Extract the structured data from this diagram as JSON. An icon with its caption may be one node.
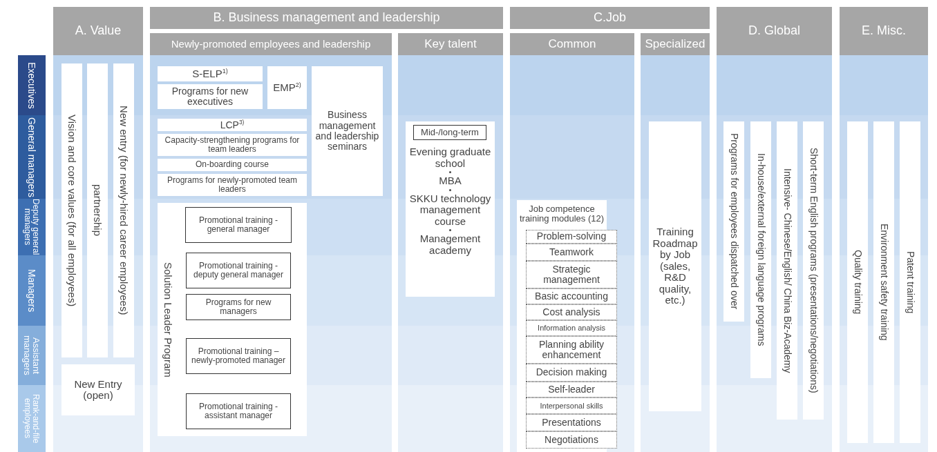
{
  "diagram": {
    "nodes": [
      {
        "text": [
          "Executives"
        ]
      },
      {
        "text": [
          "General managers"
        ]
      },
      {
        "text": [
          "Deputy general managers"
        ]
      },
      {
        "text": [
          "Managers"
        ]
      },
      {
        "text": [
          "Assistant managers"
        ]
      },
      {
        "text": [
          "Rank-and-file employees"
        ]
      },
      {
        "text": [
          "A. Value"
        ]
      },
      {
        "text": [
          "Vision and core values (for all employees)"
        ]
      },
      {
        "text": [
          "partnership"
        ]
      },
      {
        "text": [
          "New entry (for newly-hired career employees)"
        ]
      },
      {
        "text": [
          "New Entry (open)"
        ]
      },
      {
        "text": [
          "B. Business management and leadership"
        ]
      },
      {
        "text": [
          "Newly-promoted employees and leadership"
        ]
      },
      {
        "text": [
          "S-ELP$^{1)}$"
        ]
      },
      {
        "text": [
          "Programs for new executives"
        ]
      },
      {
        "text": [
          "EMP$^{2)}$"
        ]
      },
      {
        "text": [
          "LCP$^{3)}$"
        ]
      },
      {
        "text": [
          "Capacity-strengthening programs for team leaders"
        ]
      },
      {
        "text": [
          "On-boarding course"
        ]
      },
      {
        "text": [
          "Programs for newly-promoted team leaders"
        ]
      },
      {
        "text": [
          "Business management and leadership seminars"
        ]
      },
      {
        "text": [
          "Solution Leader Program"
        ]
      },
      {
        "text": [
          "Promotional training - general manager"
        ],
        "in": 21
      },
      {
        "text": [
          "Promotional training - deputy general manager"
        ],
        "in": 21
      },
      {
        "text": [
          "Programs for new managers"
        ],
        "in": 21
      },
      {
        "text": [
          "Promotional training – newly-promoted manager"
        ],
        "in": 21
      },
      {
        "text": [
          "Promotional training - assistant manager"
        ],
        "in": 21
      },
      {
        "text": [
          "Key talent"
        ]
      },
      {
        "text": [
          "Evening graduate school",
          "MBA",
          "SKKU technology management course",
          "Management academy"
        ]
      },
      {
        "text": [
          "Mid-/long-term"
        ],
        "in": 28
      },
      {
        "text": [
          "C.Job"
        ]
      },
      {
        "text": [
          "Common"
        ]
      },
      {
        "text": [
          "Specialized"
        ]
      },
      {
        "text": [
          "Job competence training modules (12)"
        ]
      },
      {
        "text": [
          "Problem-solving"
        ],
        "in": 33
      },
      {
        "text": [
          "Teamwork"
        ],
        "in": 33
      },
      {
        "text": [
          "Strategic management"
        ],
        "in": 33
      },
      {
        "text": [
          "Basic accounting"
        ],
        "in": 33
      },
      {
        "text": [
          "Cost analysis"
        ],
        "in": 33
      },
      {
        "text": [
          "Information analysis"
        ],
        "in": 33
      },
      {
        "text": [
          "Planning ability enhancement"
        ],
        "in": 33
      },
      {
        "text": [
          "Decision making"
        ],
        "in": 33
      },
      {
        "text": [
          "Self-leader"
        ],
        "in": 33
      },
      {
        "text": [
          "Interpersonal skills"
        ],
        "in": 33
      },
      {
        "text": [
          "Presentations"
        ],
        "in": 33
      },
      {
        "text": [
          "Negotiations"
        ],
        "in": 33
      },
      {
        "text": [
          "Training Roadmap by Job (sales, R&D quality, etc.)"
        ]
      },
      {
        "text": [
          "D. Global"
        ]
      },
      {
        "text": [
          "Programs for employees dispatched over"
        ]
      },
      {
        "text": [
          "In-house/external foreign language programs"
        ]
      },
      {
        "text": [
          "Intensive- Chinese/English/ China Biz-Academy"
        ]
      },
      {
        "text": [
          "Short-term English programs (presentations/negotiations)"
        ]
      },
      {
        "text": [
          "E. Misc."
        ]
      },
      {
        "text": [
          "Quality training"
        ]
      },
      {
        "text": [
          "Environment safety training"
        ]
      },
      {
        "text": [
          "Patent training"
        ]
      }
    ]
  }
}
